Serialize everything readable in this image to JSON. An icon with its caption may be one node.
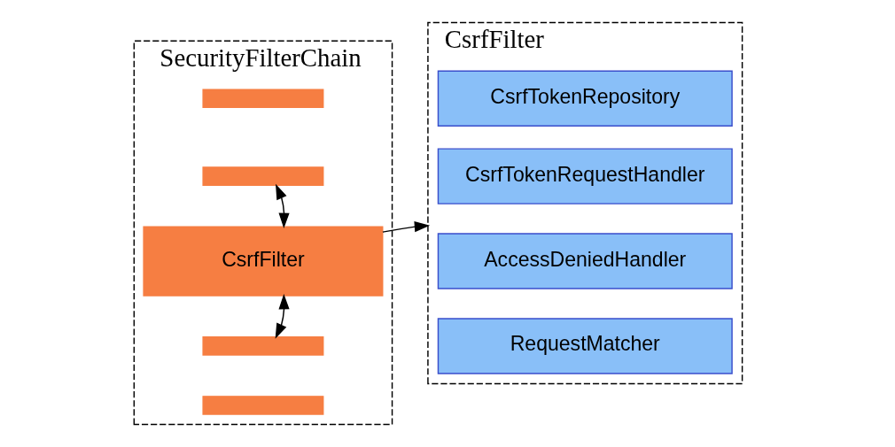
{
  "diagram": {
    "nodes": [
      {
        "text": [
          "SecurityFilterChain"
        ]
      },
      {
        "text": [],
        "shape": "bar",
        "in": 0
      },
      {
        "text": [],
        "shape": "bar",
        "in": 0
      },
      {
        "text": [
          "CsrfFilter"
        ],
        "in": 0
      },
      {
        "text": [],
        "shape": "bar",
        "in": 0
      },
      {
        "text": [],
        "shape": "bar",
        "in": 0
      },
      {
        "text": [
          "CsrfFilter"
        ]
      },
      {
        "text": [
          "CsrfTokenRepository"
        ],
        "in": 6
      },
      {
        "text": [
          "CsrfTokenRequestHandler"
        ],
        "in": 6
      },
      {
        "text": [
          "AccessDeniedHandler"
        ],
        "in": 6
      },
      {
        "text": [
          "RequestMatcher"
        ],
        "in": 6
      }
    ],
    "edges": [
      {
        "from": 2,
        "to": 3,
        "arrow": "both"
      },
      {
        "from": 3,
        "to": 4,
        "arrow": "both"
      },
      {
        "from": 3,
        "to": 6,
        "arrow": "to"
      }
    ]
  }
}
